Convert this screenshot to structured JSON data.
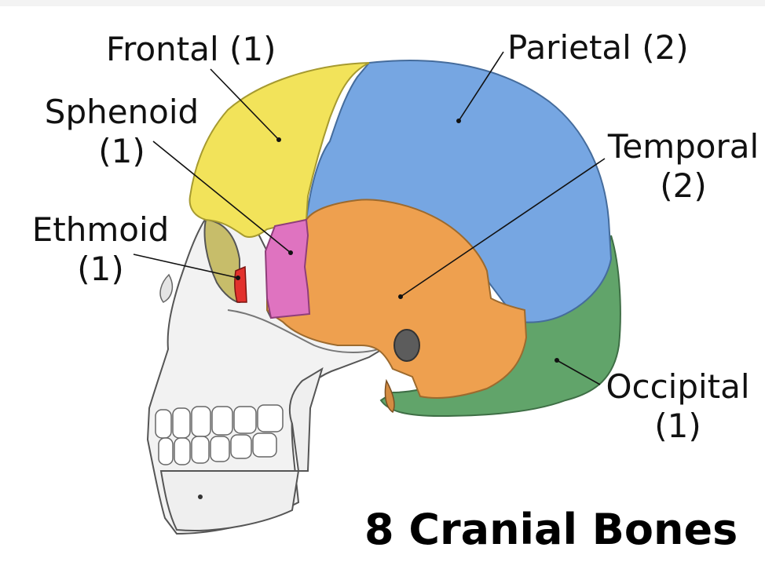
{
  "title": "8 Cranial Bones",
  "bones": {
    "frontal": {
      "name": "Frontal",
      "count": "(1)",
      "color": "#f2e35a"
    },
    "parietal": {
      "name": "Parietal",
      "count": "(2)",
      "color": "#76a6e2"
    },
    "sphenoid": {
      "name": "Sphenoid",
      "count": "(1)",
      "color": "#df73c0"
    },
    "temporal": {
      "name": "Temporal",
      "count": "(2)",
      "color": "#eea04f"
    },
    "ethmoid": {
      "name": "Ethmoid",
      "count": "(1)",
      "color": "#e2312d"
    },
    "occipital": {
      "name": "Occipital",
      "count": "(1)",
      "color": "#61a46a"
    }
  },
  "colors": {
    "face": "#f2f2f2",
    "outline": "#444444",
    "leader": "#111111"
  }
}
